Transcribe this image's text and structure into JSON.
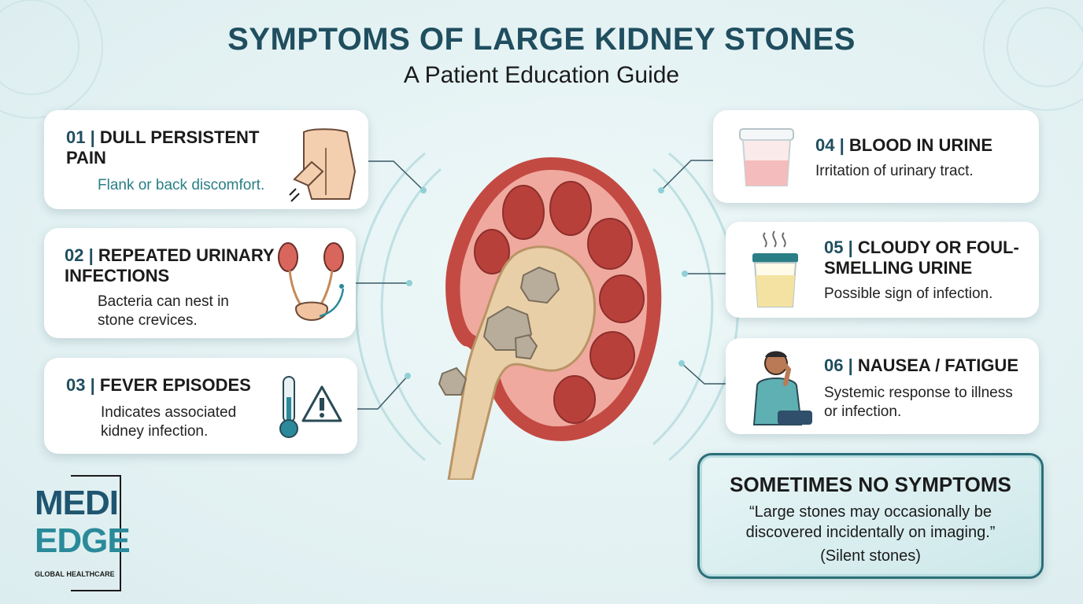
{
  "header": {
    "title": "SYMPTOMS OF LARGE KIDNEY STONES",
    "subtitle": "A Patient Education Guide"
  },
  "symptoms": [
    {
      "num": "01 |",
      "title": "DULL PERSISTENT PAIN",
      "desc": "Flank or back discomfort."
    },
    {
      "num": "02 |",
      "title": "REPEATED URINARY INFECTIONS",
      "desc": "Bacteria can nest in stone crevices."
    },
    {
      "num": "03 |",
      "title": "FEVER EPISODES",
      "desc": "Indicates associated kidney infection."
    },
    {
      "num": "04 |",
      "title": "BLOOD IN URINE",
      "desc": "Irritation of urinary tract."
    },
    {
      "num": "05 |",
      "title": "CLOUDY OR FOUL-SMELLING URINE",
      "desc": "Possible sign of infection."
    },
    {
      "num": "06 |",
      "title": "NAUSEA / FATIGUE",
      "desc": "Systemic response to illness or infection."
    }
  ],
  "note": {
    "title": "SOMETIMES NO SYMPTOMS",
    "quote": "“Large stones may occasionally be discovered incidentally on imaging.”",
    "aside": "(Silent stones)"
  },
  "logo": {
    "line1": "MEDI",
    "line2": "EDGE",
    "tagline": "GLOBAL HEALTHCARE"
  },
  "colors": {
    "title": "#1f4e5f",
    "accent": "#2a7f86",
    "kidney_outer": "#c24a43",
    "kidney_inner": "#f0a99e",
    "stone": "#b8ad9a"
  }
}
